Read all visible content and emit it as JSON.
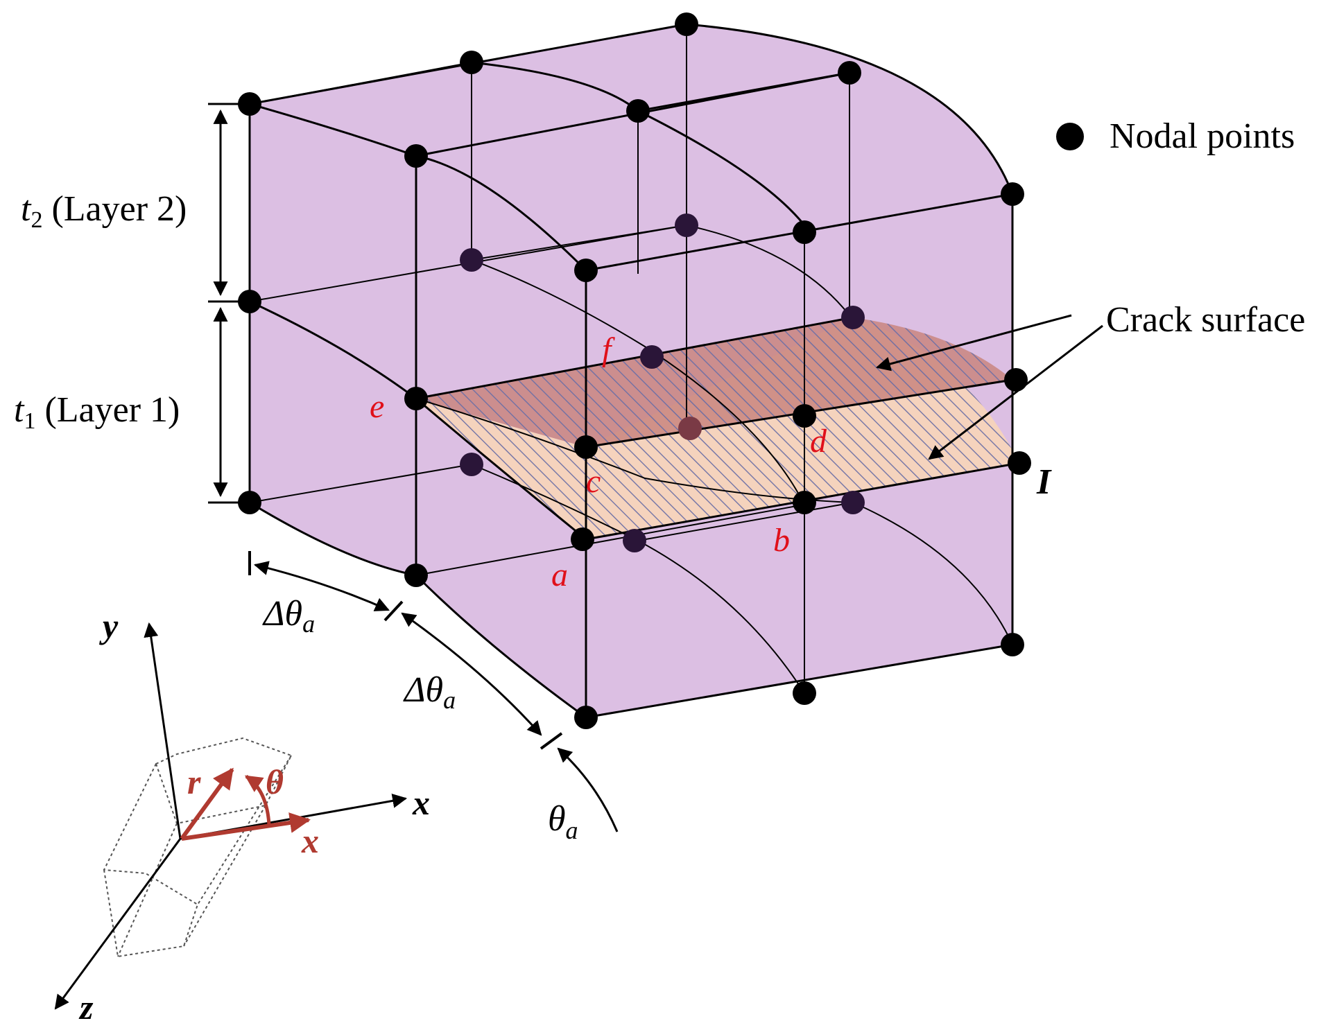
{
  "legend": {
    "nodal_points": "Nodal points"
  },
  "crack_surface_label": "Crack surface",
  "dimensions": {
    "t2_symbol": "t",
    "t2_sub": "2",
    "t2_text": " (Layer 2)",
    "t1_symbol": "t",
    "t1_sub": "1",
    "t1_text": " (Layer 1)",
    "dtheta_1": "Δθ",
    "dtheta_1_sub": "a",
    "dtheta_2": "Δθ",
    "dtheta_2_sub": "a",
    "theta_a": "θ",
    "theta_a_sub": "a"
  },
  "node_labels": {
    "a": "a",
    "b": "b",
    "c": "c",
    "d": "d",
    "e": "e",
    "f": "f",
    "I": "I"
  },
  "axes": {
    "x": "x",
    "y": "y",
    "z": "z"
  },
  "local_axes": {
    "r": "r",
    "theta": "θ",
    "x": "x"
  },
  "colors": {
    "solid_fill": "#dcbfe3",
    "upper_crack": "#c9857f",
    "lower_crack": "#f5d3bd",
    "hatch": "#6b6fa6",
    "node": "#000000",
    "label_red": "#e0101a",
    "local_axis": "#b03a30"
  }
}
